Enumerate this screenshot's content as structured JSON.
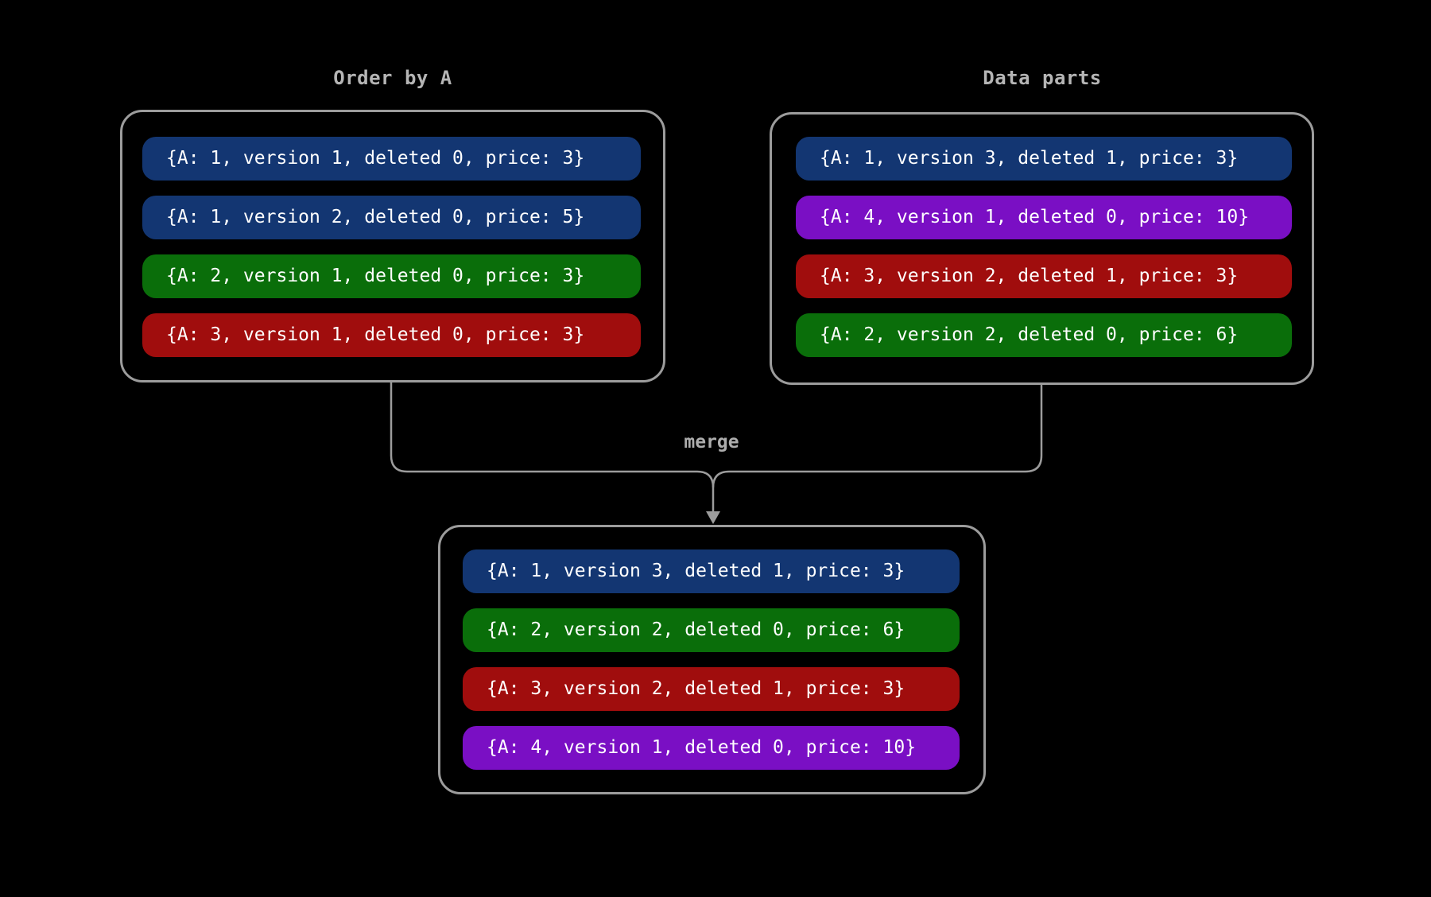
{
  "panels": {
    "order_by_a": {
      "title": "Order by A",
      "rows": [
        {
          "text": "{A: 1, version 1, deleted 0, price: 3}",
          "color": "#133672"
        },
        {
          "text": "{A: 1, version 2, deleted 0, price: 5}",
          "color": "#133672"
        },
        {
          "text": "{A: 2, version 1, deleted 0, price: 3}",
          "color": "#0a6e0a"
        },
        {
          "text": "{A: 3, version 1, deleted 0, price: 3}",
          "color": "#a00d0d"
        }
      ]
    },
    "data_parts": {
      "title": "Data parts",
      "rows": [
        {
          "text": "{A: 1, version 3, deleted 1, price: 3}",
          "color": "#133672"
        },
        {
          "text": "{A: 4, version 1, deleted 0, price: 10}",
          "color": "#7a0fc4"
        },
        {
          "text": "{A: 3, version 2, deleted 1, price: 3}",
          "color": "#a00d0d"
        },
        {
          "text": "{A: 2, version 2, deleted 0, price: 6}",
          "color": "#0a6e0a"
        }
      ]
    },
    "merged_result": {
      "rows": [
        {
          "text": "{A: 1, version 3, deleted 1, price: 3}",
          "color": "#133672"
        },
        {
          "text": "{A: 2, version 2, deleted 0, price: 6}",
          "color": "#0a6e0a"
        },
        {
          "text": "{A: 3, version 2, deleted 1, price: 3}",
          "color": "#a00d0d"
        },
        {
          "text": "{A: 4, version 1, deleted 0, price: 10}",
          "color": "#7a0fc4"
        }
      ]
    }
  },
  "merge_label": "merge",
  "colors": {
    "row_blue": "#133672",
    "row_green": "#0a6e0a",
    "row_red": "#a00d0d",
    "row_purple": "#7a0fc4",
    "panel_border": "#9c9c9c",
    "connector": "#9c9c9c",
    "title_text": "#b5b5b5",
    "row_text": "#ffffff",
    "background": "#000000"
  }
}
